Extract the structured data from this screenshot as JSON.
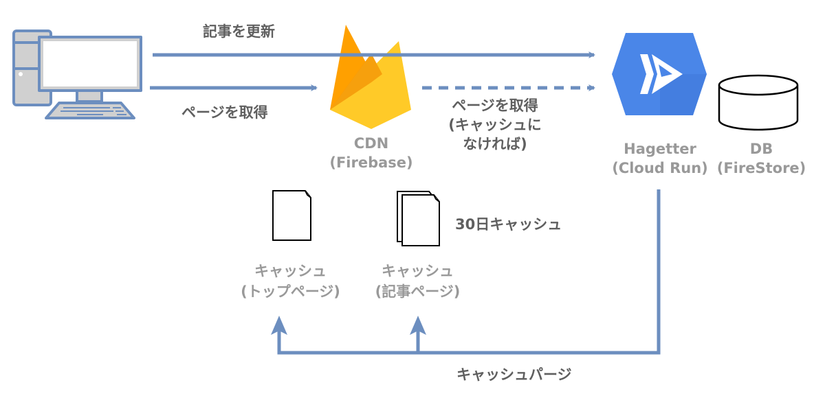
{
  "colors": {
    "arrow": "#6c8ebf",
    "label_dark": "#5f5f5f",
    "label_grey": "#999999",
    "firebase_orange": "#f6a00d",
    "firebase_yellow": "#ffca28",
    "cloudrun_blue": "#4a86e8"
  },
  "nodes": {
    "client": {
      "icon": "desktop-computer-icon"
    },
    "cdn": {
      "icon": "firebase-icon",
      "title": "CDN",
      "subtitle": "(Firebase)"
    },
    "app": {
      "icon": "cloud-run-icon",
      "title": "Hagetter",
      "subtitle": "(Cloud Run)"
    },
    "db": {
      "icon": "database-cylinder-icon",
      "title": "DB",
      "subtitle": "(FireStore)"
    },
    "cache_top": {
      "icon": "single-document-icon",
      "line1": "キャッシュ",
      "line2": "(トップページ)"
    },
    "cache_article": {
      "icon": "stacked-documents-icon",
      "line1": "キャッシュ",
      "line2": "(記事ページ)"
    }
  },
  "edges": {
    "update_article": {
      "label": "記事を更新",
      "style": "solid"
    },
    "get_page": {
      "label": "ページを取得",
      "style": "solid"
    },
    "get_page_on_miss": {
      "line1": "ページを取得",
      "line2": "(キャッシュに",
      "line3": "なければ)",
      "style": "dashed"
    },
    "cache_purge": {
      "label": "キャッシュパージ",
      "style": "solid"
    }
  },
  "annotations": {
    "cache_ttl": "30日キャッシュ"
  }
}
